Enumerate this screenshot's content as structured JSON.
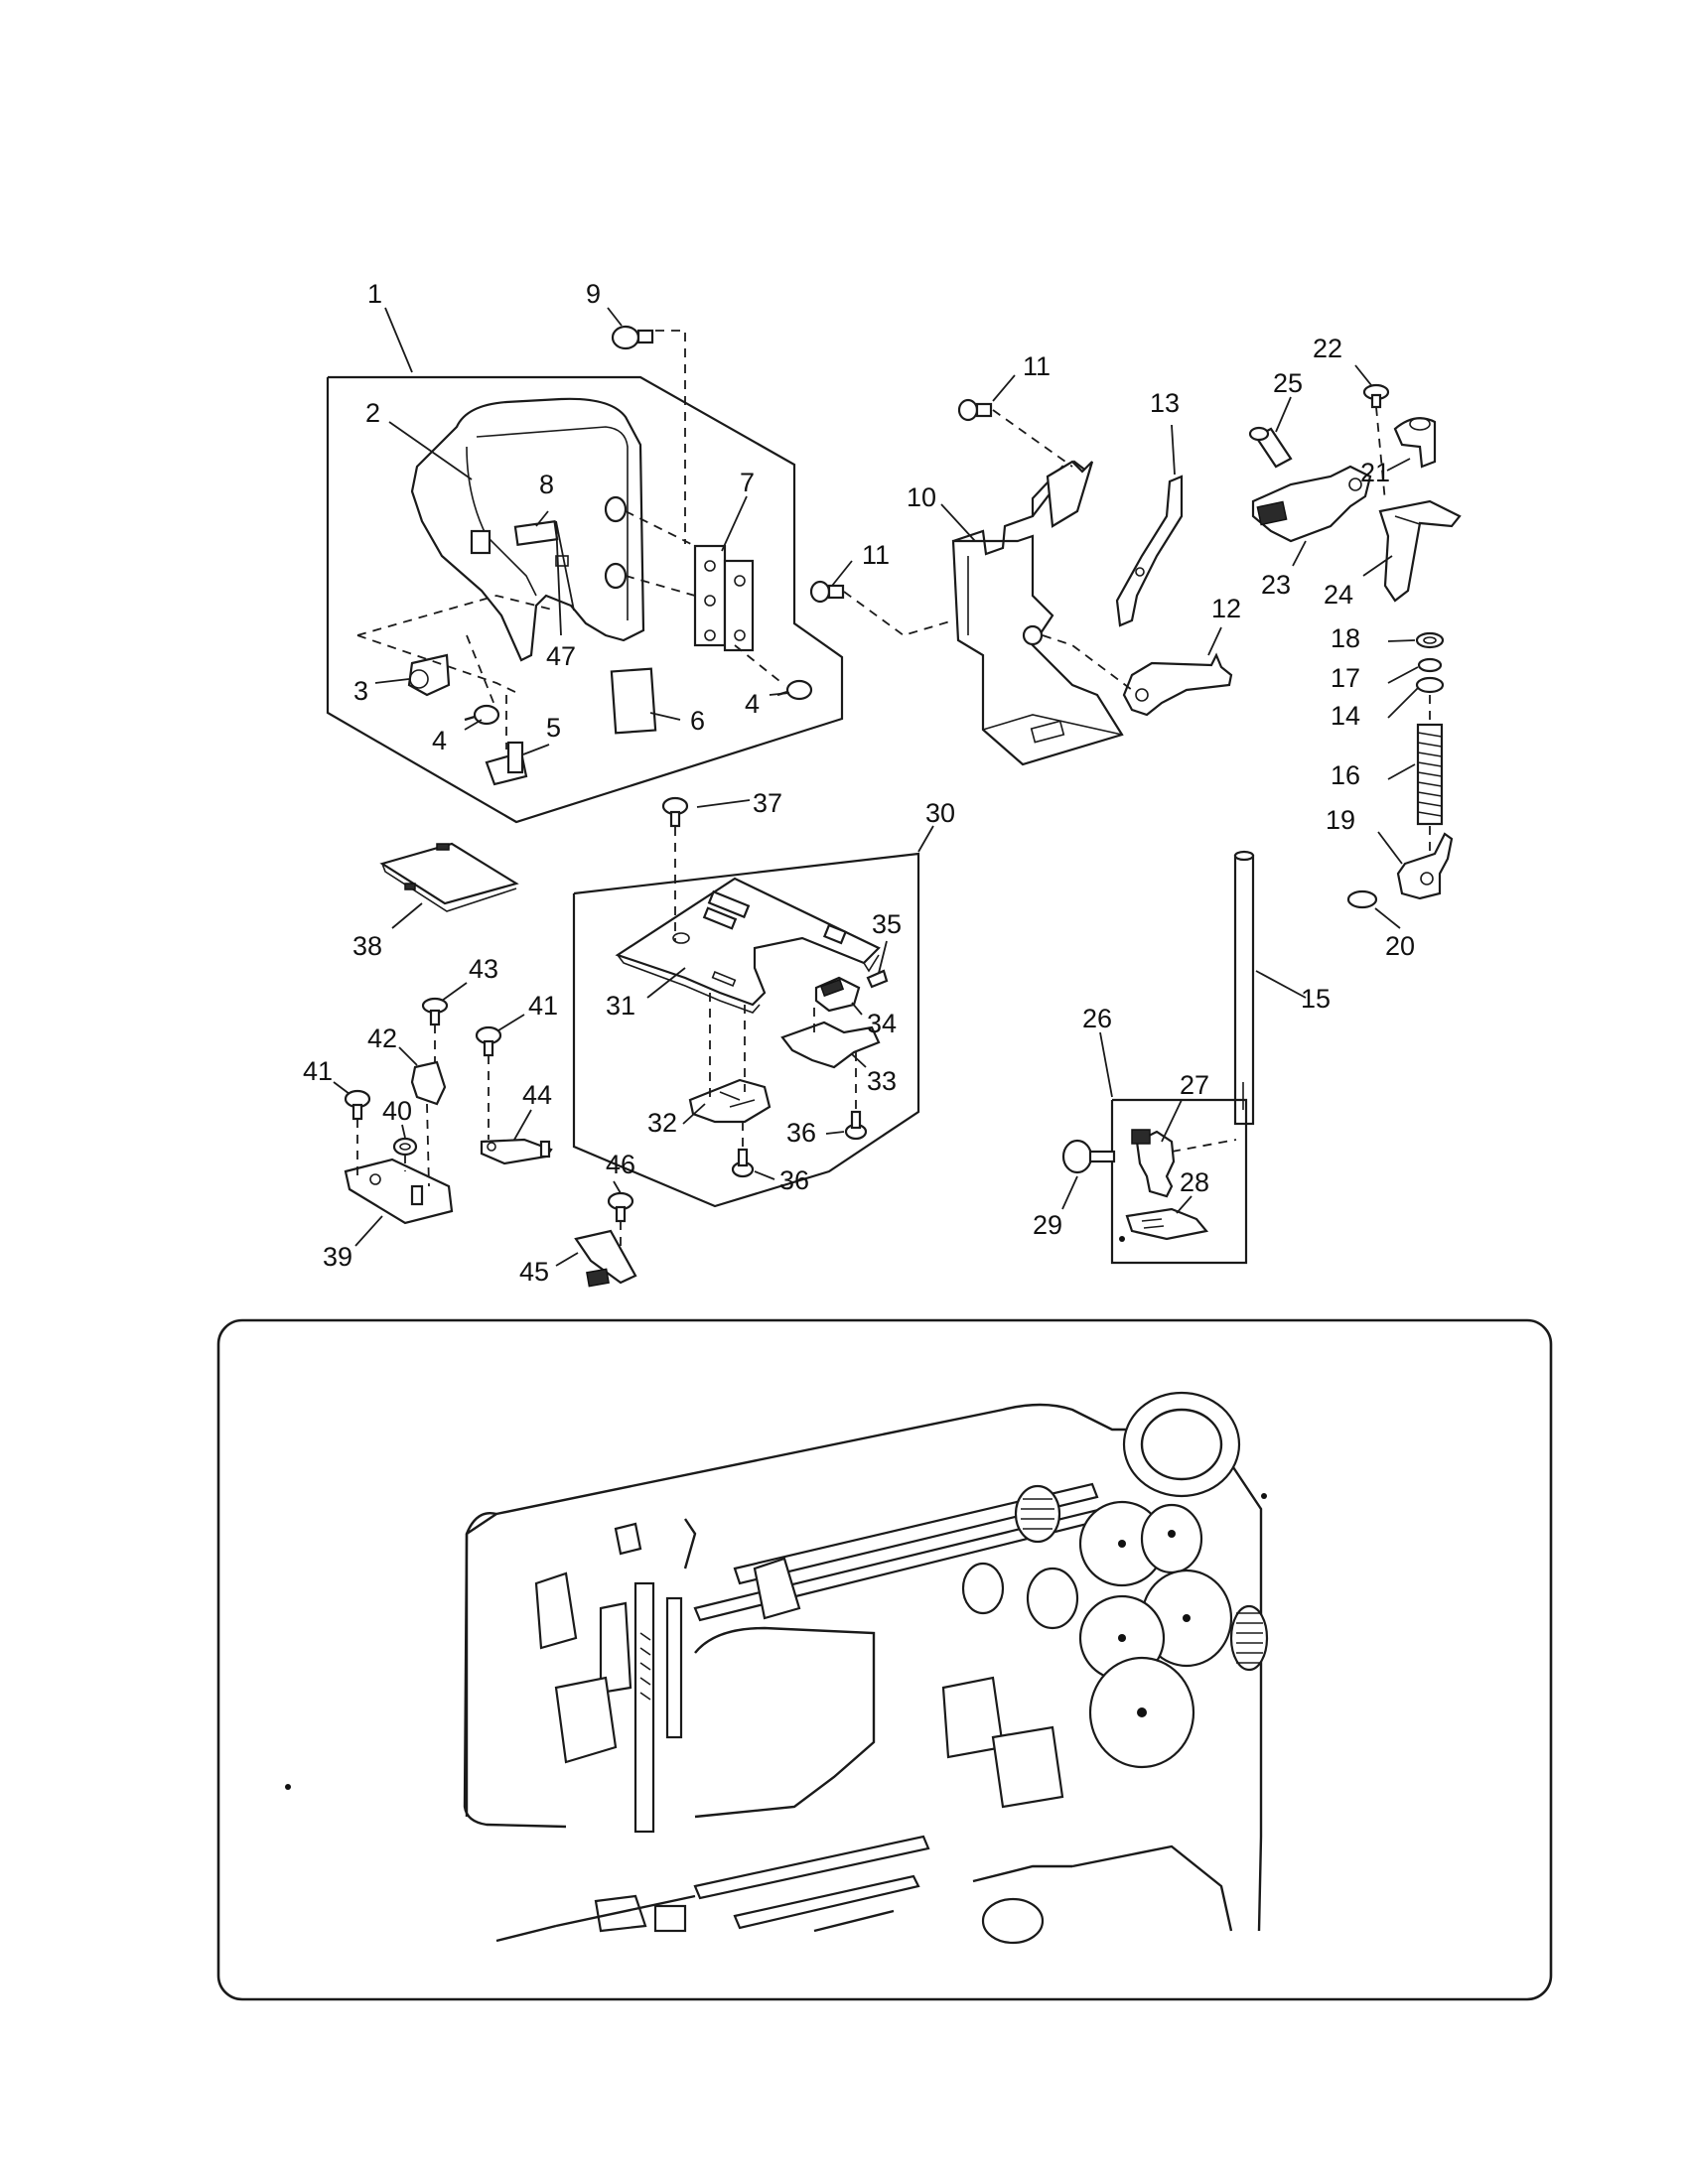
{
  "diagram": {
    "labels": [
      "1",
      "2",
      "3",
      "4",
      "4",
      "5",
      "6",
      "7",
      "8",
      "9",
      "10",
      "11",
      "11",
      "12",
      "13",
      "14",
      "15",
      "16",
      "17",
      "18",
      "19",
      "20",
      "21",
      "22",
      "23",
      "24",
      "25",
      "26",
      "27",
      "28",
      "29",
      "30",
      "31",
      "32",
      "33",
      "34",
      "35",
      "36",
      "36",
      "37",
      "38",
      "39",
      "40",
      "41",
      "41",
      "42",
      "43",
      "44",
      "45",
      "46",
      "47"
    ]
  }
}
